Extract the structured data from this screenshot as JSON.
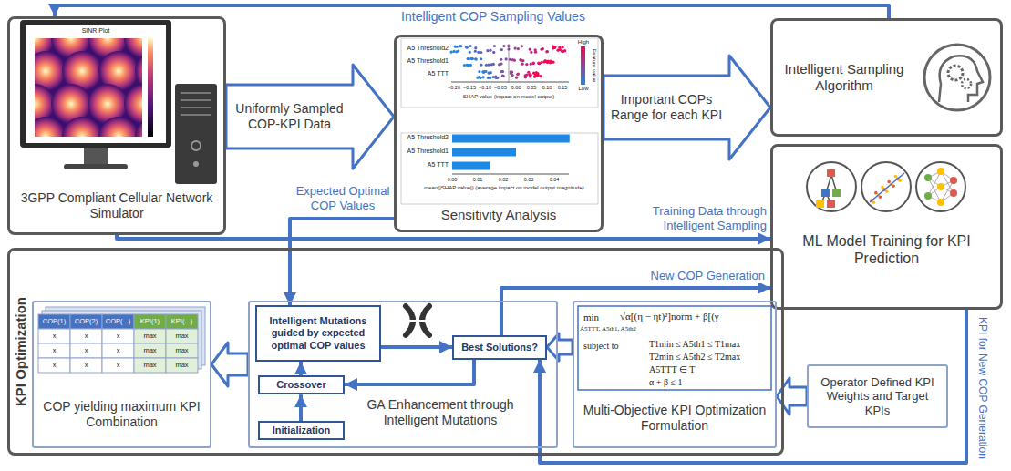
{
  "diagram": {
    "nodes": [
      {
        "text": [
          "3GPP Compliant Cellular Network Simulator"
        ]
      },
      {
        "text": [
          "Sensitivity Analysis"
        ]
      },
      {
        "text": [
          "Intelligent Sampling Algorithm"
        ]
      },
      {
        "text": [
          "ML Model Training for KPI Prediction"
        ]
      },
      {
        "text": [
          "KPI Optimization"
        ]
      },
      {
        "text": [
          "COP yielding maximum KPI Combination"
        ],
        "in": 4
      },
      {
        "text": [
          "GA Enhancement through Intelligent Mutations"
        ],
        "in": 4
      },
      {
        "text": [
          "Intelligent Mutations guided by expected optimal COP values"
        ],
        "in": 6
      },
      {
        "text": [
          "Crossover"
        ],
        "in": 6
      },
      {
        "text": [
          "Initialization"
        ],
        "in": 6
      },
      {
        "text": [
          "Best Solutions?"
        ],
        "in": 6
      },
      {
        "text": [
          "Multi-Objective KPI Optimization Formulation"
        ],
        "in": 4
      },
      {
        "text": [
          "Operator Defined KPI Weights and Target KPIs"
        ]
      }
    ],
    "edges": [
      {
        "from": 2,
        "to": 0,
        "label": "Intelligent COP Sampling Values",
        "arrow": "to"
      },
      {
        "from": 0,
        "to": 1,
        "label": "Uniformly Sampled COP-KPI Data",
        "arrow": "to"
      },
      {
        "from": 1,
        "to": 2,
        "label": "Important COPs Range for each KPI",
        "arrow": "to"
      },
      {
        "from": 1,
        "to": 7,
        "label": "Expected Optimal COP Values",
        "arrow": "to"
      },
      {
        "from": 0,
        "to": 3,
        "label": "Training Data through Intelligent Sampling",
        "arrow": "to"
      },
      {
        "from": 10,
        "to": 3,
        "label": "New COP Generation",
        "arrow": "to"
      },
      {
        "from": 3,
        "to": 10,
        "label": "KPI for New COP Generation",
        "arrow": "to"
      },
      {
        "from": 12,
        "to": 11,
        "arrow": "to"
      },
      {
        "from": 11,
        "to": 10,
        "arrow": "to"
      },
      {
        "from": 10,
        "to": 8,
        "arrow": "to"
      },
      {
        "from": 9,
        "to": 8,
        "arrow": "to"
      },
      {
        "from": 8,
        "to": 7,
        "arrow": "to"
      },
      {
        "from": 7,
        "to": 10,
        "arrow": "to"
      },
      {
        "from": 6,
        "to": 5,
        "arrow": "to"
      }
    ],
    "labels": [
      "SINR Plot",
      "A5 Threshold2",
      "A5 Threshold1",
      "A5 TTT",
      "−0.20",
      "−0.15",
      "−0.10",
      "−0.05",
      "0.00",
      "0.05",
      "0.10",
      "0.15",
      "SHAP value (impact on model output)",
      "High",
      "Low",
      "Feature value",
      "A5 Threshold2",
      "A5 Threshold1",
      "A5 TTT",
      "0.00",
      "0.01",
      "0.02",
      "0.03",
      "0.04",
      "mean(|SHAP value|) (average impact on model output magnitude)",
      "COP(1)",
      "COP(2)",
      "COP(...)",
      "KPI(1)",
      "KPI(...)",
      "x",
      "x",
      "x",
      "max",
      "max",
      "x",
      "x",
      "x",
      "max",
      "max",
      "x",
      "x",
      "x",
      "max",
      "max",
      "min",
      "A5TTT, A5th1, A5th2",
      "√α[(η − ηt)²]norm + β[(γ",
      "subject to",
      "T1min ≤ A5th1 ≤ T1max",
      "T2min ≤ A5th2 ≤ T2max",
      "A5TTT ∈ T",
      "α + β ≤ 1"
    ]
  }
}
